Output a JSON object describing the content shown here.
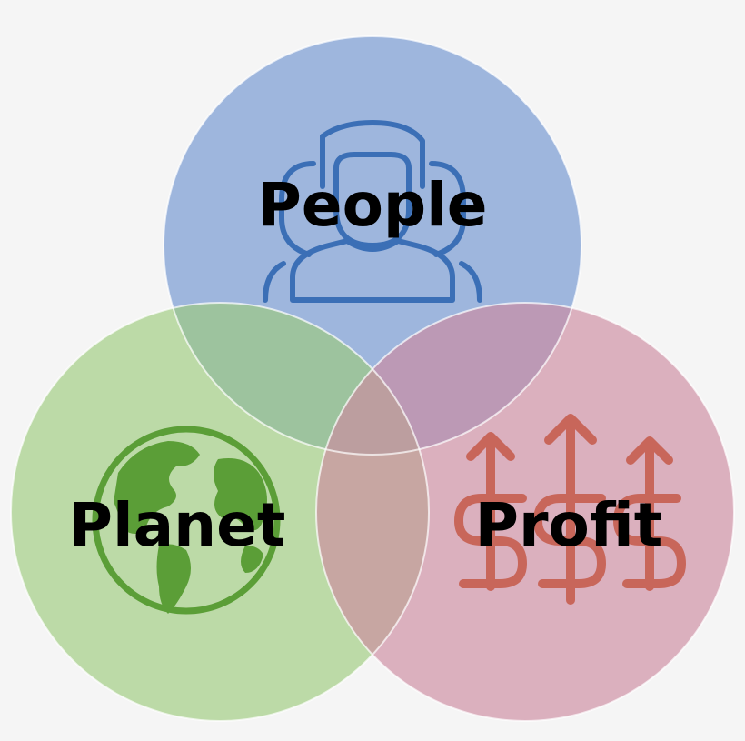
{
  "diagram": {
    "circles": [
      {
        "id": "people",
        "label": "People",
        "color": "#6f93cf",
        "icon": "people-group-icon",
        "icon_color": "#3b6fb6"
      },
      {
        "id": "planet",
        "label": "Planet",
        "color": "#9dcb7c",
        "icon": "globe-icon",
        "icon_color": "#5b9e37"
      },
      {
        "id": "profit",
        "label": "Profit",
        "color": "#cd8aa0",
        "icon": "rising-dollars-icon",
        "icon_color": "#c8665a"
      }
    ]
  }
}
